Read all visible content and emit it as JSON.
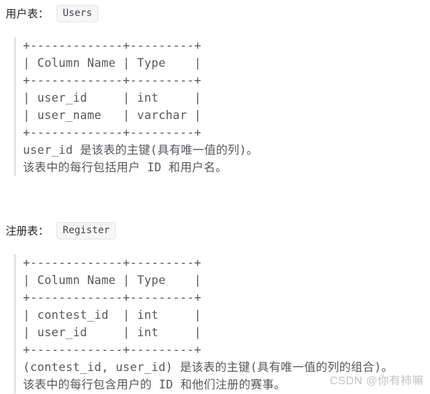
{
  "page": {
    "watermark": "CSDN @你有柿嘛"
  },
  "colors": {
    "heading_text": "#262626",
    "pre_text": "#54575b",
    "blockquote_border": "#e4e5e6",
    "badge_background": "#f6f6f7",
    "badge_border": "#e3e4e6",
    "badge_text": "#44474b",
    "watermark_text": "#c7c2c2"
  },
  "sections": [
    {
      "label": "用户表：",
      "table_name": "Users",
      "ascii": [
        "+-------------+---------+",
        "| Column Name | Type    |",
        "+-------------+---------+",
        "| user_id     | int     |",
        "| user_name   | varchar |",
        "+-------------+---------+"
      ],
      "description": [
        "user_id 是该表的主键(具有唯一值的列)。",
        "该表中的每行包括用户 ID 和用户名。"
      ]
    },
    {
      "label": "注册表：",
      "table_name": "Register",
      "ascii": [
        "+-------------+---------+",
        "| Column Name | Type    |",
        "+-------------+---------+",
        "| contest_id  | int     |",
        "| user_id     | int     |",
        "+-------------+---------+"
      ],
      "description": [
        "(contest_id, user_id) 是该表的主键(具有唯一值的列的组合)。",
        "该表中的每行包含用户的 ID 和他们注册的赛事。"
      ]
    }
  ]
}
